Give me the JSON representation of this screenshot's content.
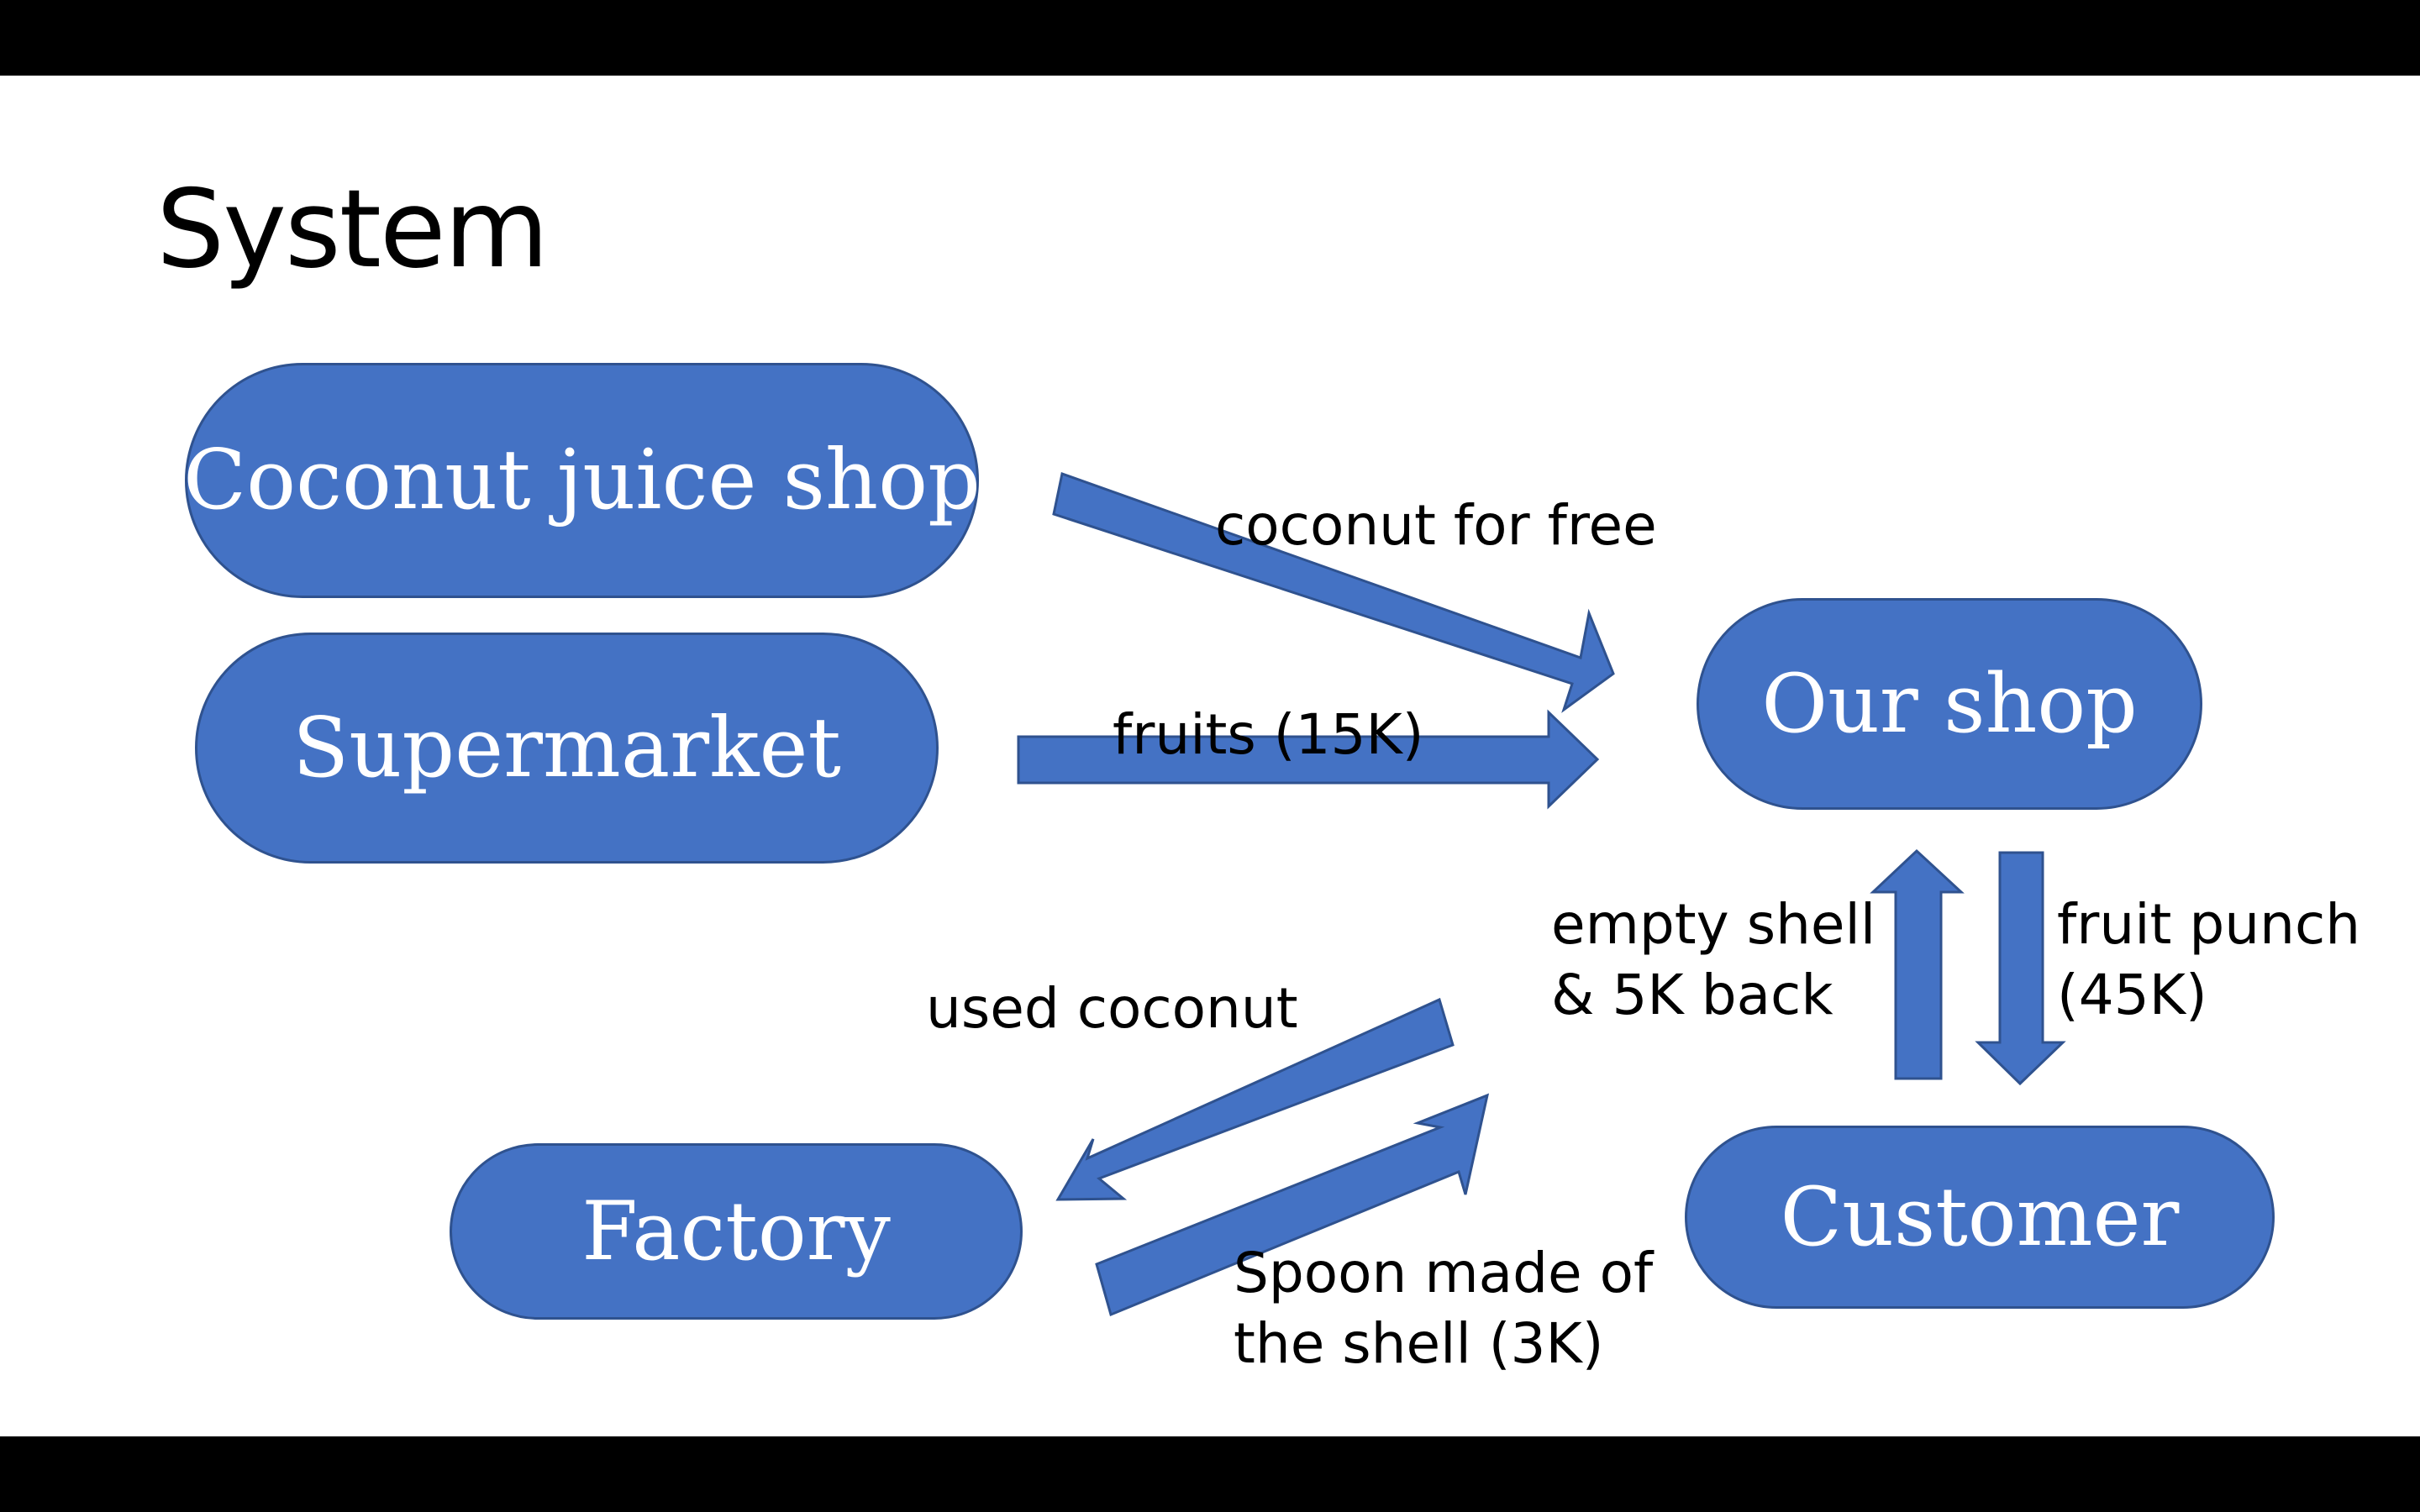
{
  "slide": {
    "title": "System"
  },
  "nodes": {
    "coconut_juice_shop": "Coconut juice shop",
    "supermarket": "Supermarket",
    "our_shop": "Our shop",
    "factory": "Factory",
    "customer": "Customer"
  },
  "edges": {
    "coconut_for_free": "coconut for free",
    "fruits": "fruits (15K)",
    "used_coconut": "used coconut",
    "spoon_line1": "Spoon made of",
    "spoon_line2": "the shell (3K)",
    "empty_shell_line1": "empty shell",
    "empty_shell_line2": "& 5K back",
    "fruit_punch_line1": "fruit punch",
    "fruit_punch_line2": "(45K)"
  },
  "colors": {
    "node_fill": "#4472c4",
    "node_border": "#2f528f",
    "text": "#000000",
    "background": "#ffffff",
    "letterbox": "#000000"
  }
}
